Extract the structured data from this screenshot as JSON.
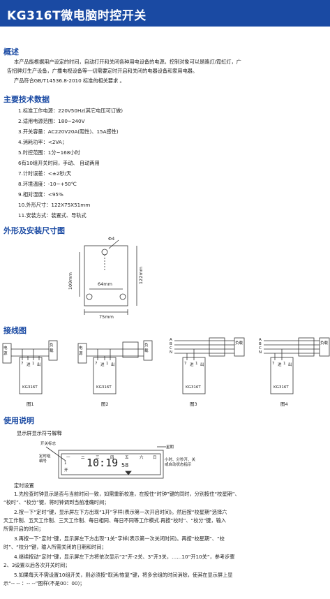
{
  "title": "KG316T微电脑时控开关",
  "sections": {
    "overview": "概述",
    "specs": "主要技术数据",
    "dimensions": "外形及安装尺寸图",
    "wiring": "接线图",
    "usage": "使用说明"
  },
  "overview": {
    "line1": "本产品能根据用户设定的时间，自动打开和关闭各种用电设备的电源。控制对象可以是路灯/霓虹灯，广",
    "line2": "告招牌灯生产设备，广播电视设备等一切需要定时开启和关闭的电器设备和家用电器。",
    "line3": "产品符合GB/T14536.8-2010 标准的相关要求 。"
  },
  "specs": [
    "1.标准工作电源：220V50Hz(其它电压可订做)",
    "2.适用电源范围：180~240V",
    "3.开关容量：AC220V20A(阻性)、15A感性)",
    "4.消耗功率：<2VA；",
    "5.时控范围：1分~168小时",
    "6有10组开关时间，手动、 自动两用",
    "7.计时误差：<±2秒/天",
    "8.环境温度：-10~+50℃",
    "9.相对湿度：<95%",
    "10.外形尺寸：122X75X51mm",
    "11.安装方式：装置式、导轨式"
  ],
  "dim": {
    "phi": "Φ4",
    "h109": "109mm",
    "h122": "122mm",
    "w64": "64mm",
    "w75": "75mm"
  },
  "wiring": {
    "src": "电源",
    "load": "负载",
    "model": "KG316T",
    "phases": [
      "A",
      "B",
      "C",
      "N"
    ],
    "terminals": [
      "7",
      "进",
      "1",
      "出"
    ],
    "figs": [
      "图1",
      "图2",
      "图3",
      "图4"
    ]
  },
  "display": {
    "title": "显示屏显示符号解释",
    "switch_mark": "开关标志",
    "week": "星期",
    "timer_no": "定时组编号",
    "days": [
      "一",
      "二",
      "三",
      "四",
      "五",
      "六",
      "日"
    ],
    "time": "10:19",
    "sec": "58",
    "group": "1",
    "mode": "开",
    "hms": "小时、分秒开、关或自动状态指示"
  },
  "timer": {
    "heading": "定时设置",
    "s1a": "1.先检查时钟显示是否与当前时间一致，如需重新校准，在按住“时钟”键的同时，分别按住“校星期”、",
    "s1b": "“校时”、“校分”键，将时钟调到当前准确时间；",
    "s2a": "2.按一下“定时”键，显示屏左下方出现“1开”字样(表示第一次开启时间)。然后按“校星期”选择六",
    "s2b": "天工作制、五天工作制、三天工作制、每日相同、每日不同等工作模式.再按“校时”、“校分”键，输入",
    "s2c": "所需开启的时间；",
    "s3a": "3.再按一下“定时”键，显示屏左下方出现“1关”字样(表示第一次关闭时间)。再按“校星期”、“校",
    "s3b": "时”、“校分”键，输入所需关闭的日期和时间；",
    "s4a": "4.继续按动“定时”键，显示屏左下方将依次显示“2”开-2关、3”开3关，……10”开10关”，参考步骤",
    "s4b": "2、3设置以后各次开关时间；",
    "s5a": "5.如果每天不需设置10组开关，则必须按“取消/恢复”键，将多余组的时间消除，使其在显示屏上显",
    "s5b": "示“-- -- ：-- --”图样(不是00：00)；"
  }
}
